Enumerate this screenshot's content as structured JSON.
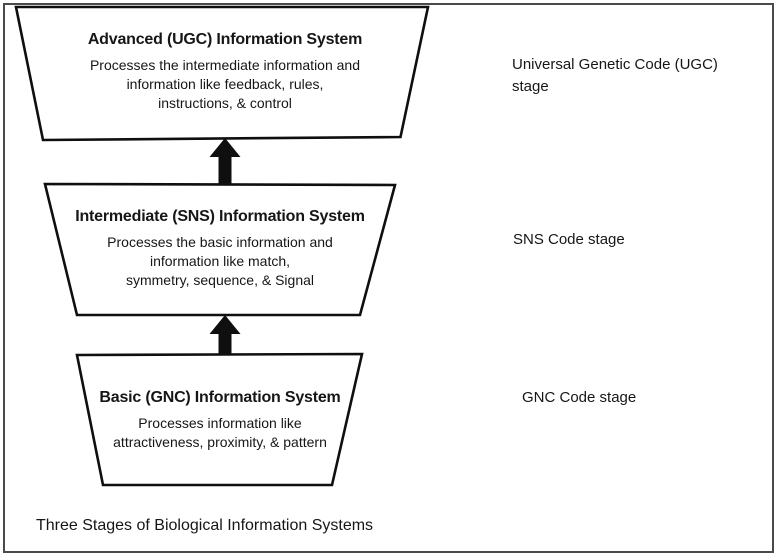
{
  "diagram": {
    "caption": "Three Stages of Biological Information Systems",
    "colors": {
      "ink": "#111111",
      "frame": "#4a4a4a",
      "background": "#ffffff"
    },
    "icons": {
      "arrow": "arrow-up"
    },
    "stages": [
      {
        "name": "advanced",
        "title": "Advanced (UGC) Information System",
        "description_lines": [
          "Processes the intermediate information and",
          "information like feedback, rules,",
          "instructions, & control"
        ],
        "side_label_lines": [
          "Universal Genetic Code (UGC)",
          "stage"
        ]
      },
      {
        "name": "intermediate",
        "title": "Intermediate (SNS) Information System",
        "description_lines": [
          "Processes the basic information and",
          "information like match,",
          "symmetry, sequence, & Signal"
        ],
        "side_label_lines": [
          "SNS Code stage"
        ]
      },
      {
        "name": "basic",
        "title": "Basic (GNC) Information System",
        "description_lines": [
          "Processes information like",
          "attractiveness, proximity, & pattern"
        ],
        "side_label_lines": [
          "GNC Code stage"
        ]
      }
    ]
  }
}
